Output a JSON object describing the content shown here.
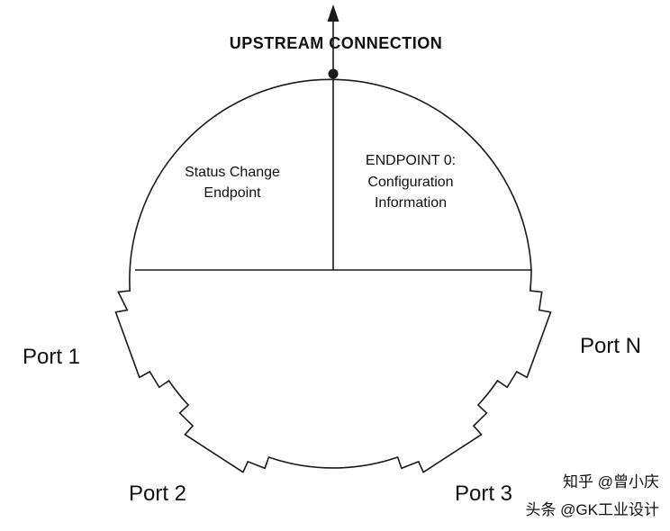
{
  "title": "UPSTREAM CONNECTION",
  "hub": {
    "left_endpoint": {
      "line1": "Status Change",
      "line2": "Endpoint"
    },
    "right_endpoint": {
      "line1": "ENDPOINT 0:",
      "line2": "Configuration",
      "line3": "Information"
    }
  },
  "ports": {
    "port1": "Port 1",
    "port2": "Port 2",
    "port3": "Port 3",
    "portN": "Port N"
  },
  "watermark": {
    "line1": "知乎 @曾小庆",
    "line2": "头条 @GK工业设计",
    "color": "#9b9b9b"
  },
  "colors": {
    "stroke": "#1a1a1a",
    "background": "#ffffff"
  }
}
